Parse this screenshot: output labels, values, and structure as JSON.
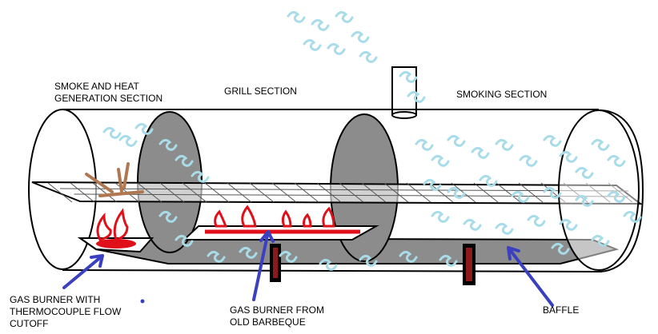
{
  "labels": {
    "smoke_section": [
      "SMOKE AND HEAT",
      "GENERATION SECTION"
    ],
    "grill_section": "GRILL SECTION",
    "smoking_section": "SMOKING SECTION",
    "burner_thermo": [
      "GAS BURNER WITH",
      "THERMOCOUPLE FLOW",
      "CUTOFF"
    ],
    "burner_bbq": [
      "GAS BURNER FROM",
      "OLD BARBEQUE"
    ],
    "baffle": "BAFFLE"
  },
  "colors": {
    "outline": "#000000",
    "baffle_gray": "#8c8c8c",
    "fire": "#e0101a",
    "smoke": "#a8dce8",
    "arrow": "#3a40c0",
    "leg": "#8b1a1a"
  }
}
